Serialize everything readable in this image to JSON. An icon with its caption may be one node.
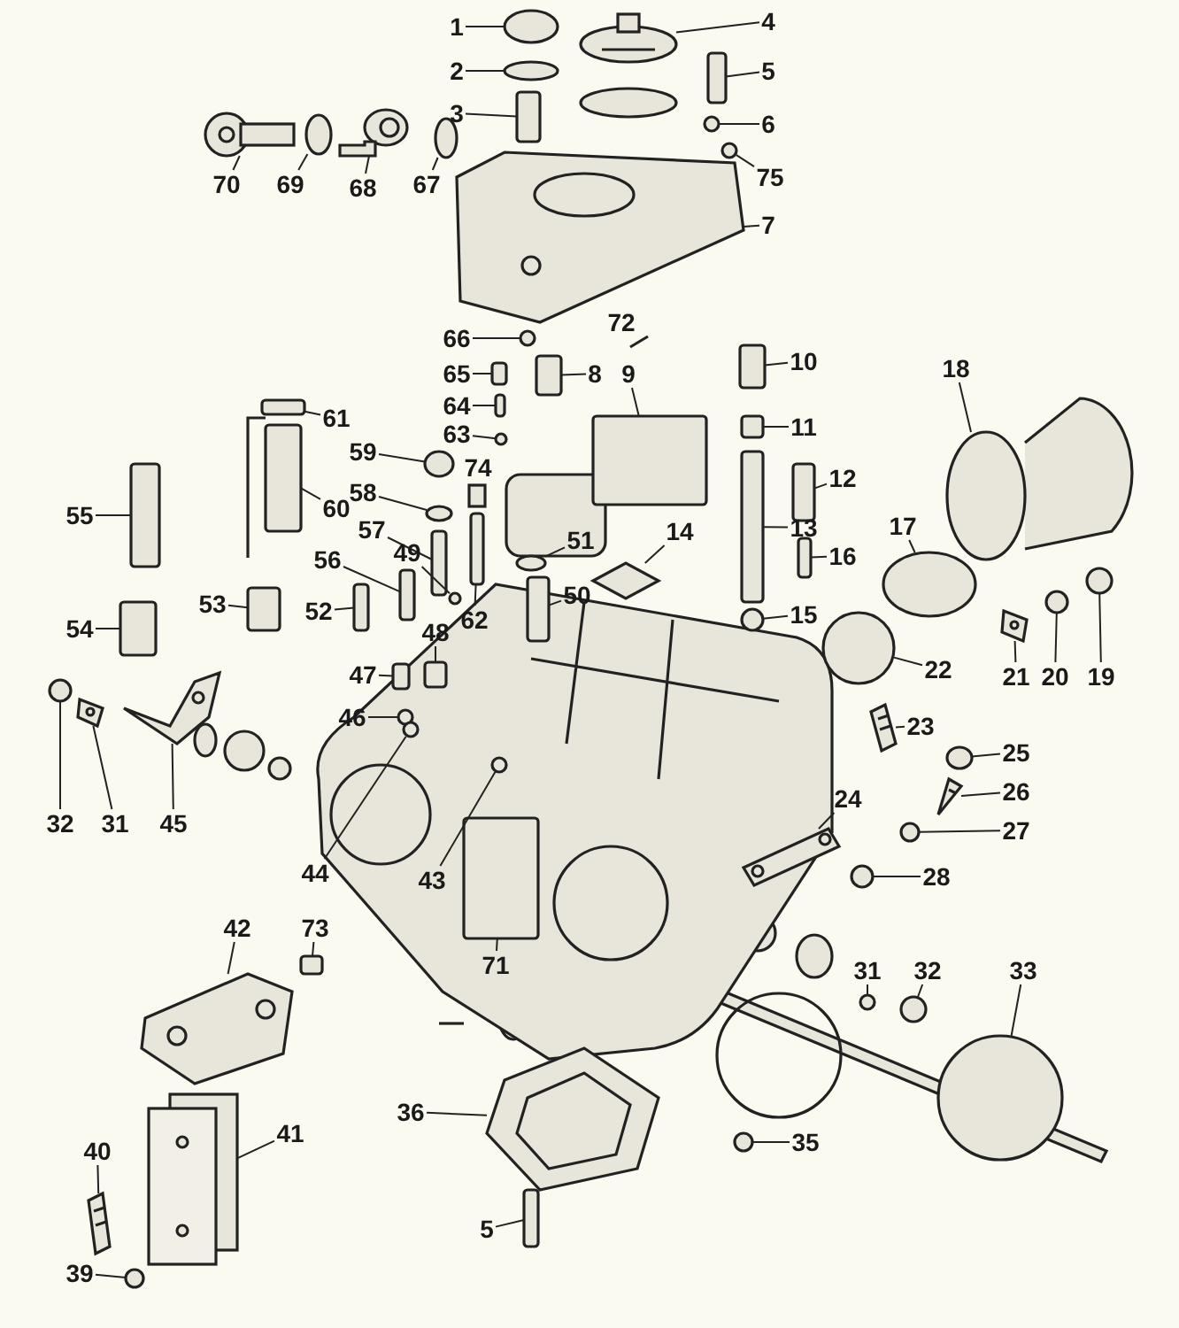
{
  "diagram": {
    "nodes": [
      {
        "text": [
          "4"
        ]
      },
      {
        "text": [
          "1"
        ]
      },
      {
        "text": [
          "2"
        ]
      },
      {
        "text": [
          "5"
        ]
      },
      {
        "text": [
          "3"
        ]
      },
      {
        "text": [
          "6"
        ]
      },
      {
        "text": [
          "70"
        ]
      },
      {
        "text": [
          "69"
        ]
      },
      {
        "text": [
          "68"
        ]
      },
      {
        "text": [
          "67"
        ]
      },
      {
        "text": [
          "75"
        ]
      },
      {
        "text": [
          "7"
        ]
      },
      {
        "text": [
          "66"
        ]
      },
      {
        "text": [
          "65"
        ]
      },
      {
        "text": [
          "8"
        ]
      },
      {
        "text": [
          "9"
        ]
      },
      {
        "text": [
          "10"
        ]
      },
      {
        "text": [
          "64"
        ]
      },
      {
        "text": [
          "11"
        ]
      },
      {
        "text": [
          "63"
        ]
      },
      {
        "text": [
          "59"
        ]
      },
      {
        "text": [
          "61"
        ]
      },
      {
        "text": [
          "18"
        ]
      },
      {
        "text": [
          "12"
        ]
      },
      {
        "text": [
          "55"
        ]
      },
      {
        "text": [
          "60"
        ]
      },
      {
        "text": [
          "58"
        ]
      },
      {
        "text": [
          "17"
        ]
      },
      {
        "text": [
          "13"
        ]
      },
      {
        "text": [
          "57"
        ]
      },
      {
        "text": [
          "49"
        ]
      },
      {
        "text": [
          "51"
        ]
      },
      {
        "text": [
          "14"
        ]
      },
      {
        "text": [
          "16"
        ]
      },
      {
        "text": [
          "56"
        ]
      },
      {
        "text": [
          "53"
        ]
      },
      {
        "text": [
          "52"
        ]
      },
      {
        "text": [
          "62"
        ]
      },
      {
        "text": [
          "50"
        ]
      },
      {
        "text": [
          "15"
        ]
      },
      {
        "text": [
          "54"
        ]
      },
      {
        "text": [
          "48"
        ]
      },
      {
        "text": [
          "22"
        ]
      },
      {
        "text": [
          "21"
        ]
      },
      {
        "text": [
          "20"
        ]
      },
      {
        "text": [
          "19"
        ]
      },
      {
        "text": [
          "47"
        ]
      },
      {
        "text": [
          "46"
        ]
      },
      {
        "text": [
          "23"
        ]
      },
      {
        "text": [
          "25"
        ]
      },
      {
        "text": [
          "26"
        ]
      },
      {
        "text": [
          "32"
        ]
      },
      {
        "text": [
          "31"
        ]
      },
      {
        "text": [
          "45"
        ]
      },
      {
        "text": [
          "27"
        ]
      },
      {
        "text": [
          "24"
        ]
      },
      {
        "text": [
          "44"
        ]
      },
      {
        "text": [
          "43"
        ]
      },
      {
        "text": [
          "28"
        ]
      },
      {
        "text": [
          "42"
        ]
      },
      {
        "text": [
          "73"
        ]
      },
      {
        "text": [
          "71"
        ]
      },
      {
        "text": [
          "31"
        ]
      },
      {
        "text": [
          "32"
        ]
      },
      {
        "text": [
          "33"
        ]
      },
      {
        "text": [
          "41"
        ]
      },
      {
        "text": [
          "36"
        ]
      },
      {
        "text": [
          "35"
        ]
      },
      {
        "text": [
          "40"
        ]
      },
      {
        "text": [
          "5"
        ]
      },
      {
        "text": [
          "39"
        ]
      },
      {
        "text": [],
        "shape": "picture"
      },
      {
        "text": [],
        "shape": "circle"
      },
      {
        "text": [],
        "shape": "circle"
      },
      {
        "text": [],
        "shape": "box"
      },
      {
        "text": [],
        "shape": "box"
      },
      {
        "text": [],
        "shape": "circle"
      },
      {
        "text": [],
        "shape": "picture"
      },
      {
        "text": [],
        "shape": "circle"
      },
      {
        "text": [],
        "shape": "picture"
      },
      {
        "text": [],
        "shape": "circle"
      },
      {
        "text": [],
        "shape": "circle"
      },
      {
        "text": [],
        "shape": "picture"
      },
      {
        "text": [],
        "shape": "circle"
      },
      {
        "text": [],
        "shape": "box"
      },
      {
        "text": [],
        "shape": "box"
      },
      {
        "text": [],
        "shape": "box"
      },
      {
        "text": [],
        "shape": "box"
      },
      {
        "text": [],
        "shape": "box"
      },
      {
        "text": [],
        "shape": "box"
      },
      {
        "text": [],
        "shape": "circle"
      },
      {
        "text": [],
        "shape": "circle"
      },
      {
        "text": [],
        "shape": "box"
      },
      {
        "text": [],
        "shape": "circle"
      },
      {
        "text": [],
        "shape": "box"
      },
      {
        "text": [],
        "shape": "box"
      },
      {
        "text": [],
        "shape": "box"
      },
      {
        "text": [],
        "shape": "circle"
      },
      {
        "text": [],
        "shape": "circle"
      },
      {
        "text": [],
        "shape": "box"
      },
      {
        "text": [],
        "shape": "box"
      },
      {
        "text": [],
        "shape": "circle"
      },
      {
        "text": [],
        "shape": "circle"
      },
      {
        "text": [],
        "shape": "diamond"
      },
      {
        "text": [],
        "shape": "box"
      },
      {
        "text": [],
        "shape": "box"
      },
      {
        "text": [],
        "shape": "box"
      },
      {
        "text": [],
        "shape": "box"
      },
      {
        "text": [],
        "shape": "box"
      },
      {
        "text": [],
        "shape": "box"
      },
      {
        "text": [],
        "shape": "circle"
      },
      {
        "text": [],
        "shape": "box"
      },
      {
        "text": [],
        "shape": "box"
      },
      {
        "text": [],
        "shape": "circle"
      },
      {
        "text": [],
        "shape": "picture"
      },
      {
        "text": [],
        "shape": "circle"
      },
      {
        "text": [],
        "shape": "circle"
      },
      {
        "text": [],
        "shape": "box"
      },
      {
        "text": [],
        "shape": "circle"
      },
      {
        "text": [],
        "shape": "picture"
      },
      {
        "text": [],
        "shape": "circle"
      },
      {
        "text": [],
        "shape": "picture"
      },
      {
        "text": [],
        "shape": "circle"
      },
      {
        "text": [],
        "shape": "picture"
      },
      {
        "text": [],
        "shape": "picture"
      },
      {
        "text": [],
        "shape": "circle"
      },
      {
        "text": [],
        "shape": "picture"
      },
      {
        "text": [],
        "shape": "circle"
      },
      {
        "text": [],
        "shape": "circle"
      },
      {
        "text": [],
        "shape": "circle"
      },
      {
        "text": [],
        "shape": "picture"
      },
      {
        "text": [],
        "shape": "box"
      },
      {
        "text": [],
        "shape": "box"
      },
      {
        "text": [],
        "shape": "circle"
      },
      {
        "text": [],
        "shape": "circle"
      },
      {
        "text": [],
        "shape": "circle"
      },
      {
        "text": [],
        "shape": "picture"
      },
      {
        "text": [],
        "shape": "picture"
      },
      {
        "text": [],
        "shape": "circle"
      },
      {
        "text": [],
        "shape": "picture"
      },
      {
        "text": [],
        "shape": "box"
      },
      {
        "text": [],
        "shape": "circle"
      }
    ],
    "edges": [
      {
        "from": 0,
        "to": 71,
        "arrow": "none"
      },
      {
        "from": 1,
        "to": 72,
        "arrow": "none"
      },
      {
        "from": 2,
        "to": 73,
        "arrow": "none"
      },
      {
        "from": 3,
        "to": 74,
        "arrow": "none"
      },
      {
        "from": 4,
        "to": 75,
        "arrow": "none"
      },
      {
        "from": 5,
        "to": 76,
        "arrow": "none"
      },
      {
        "from": 6,
        "to": 77,
        "arrow": "none"
      },
      {
        "from": 7,
        "to": 78,
        "arrow": "none"
      },
      {
        "from": 8,
        "to": 79,
        "arrow": "none"
      },
      {
        "from": 9,
        "to": 80,
        "arrow": "none"
      },
      {
        "from": 10,
        "to": 81,
        "arrow": "none"
      },
      {
        "from": 11,
        "to": 82,
        "arrow": "none"
      },
      {
        "from": 12,
        "to": 83,
        "arrow": "none"
      },
      {
        "from": 13,
        "to": 84,
        "arrow": "none"
      },
      {
        "from": 14,
        "to": 85,
        "arrow": "none"
      },
      {
        "from": 15,
        "to": 86,
        "arrow": "none"
      },
      {
        "from": 16,
        "to": 87,
        "arrow": "none"
      },
      {
        "from": 17,
        "to": 88,
        "arrow": "none"
      },
      {
        "from": 18,
        "to": 89,
        "arrow": "none"
      },
      {
        "from": 19,
        "to": 90,
        "arrow": "none"
      },
      {
        "from": 20,
        "to": 91,
        "arrow": "none"
      },
      {
        "from": 21,
        "to": 92,
        "arrow": "none"
      },
      {
        "from": 22,
        "to": 93,
        "arrow": "none"
      },
      {
        "from": 23,
        "to": 94,
        "arrow": "none"
      },
      {
        "from": 24,
        "to": 95,
        "arrow": "none"
      },
      {
        "from": 25,
        "to": 96,
        "arrow": "none"
      },
      {
        "from": 26,
        "to": 97,
        "arrow": "none"
      },
      {
        "from": 27,
        "to": 98,
        "arrow": "none"
      },
      {
        "from": 28,
        "to": 99,
        "arrow": "none"
      },
      {
        "from": 29,
        "to": 100,
        "arrow": "none"
      },
      {
        "from": 30,
        "to": 101,
        "arrow": "none"
      },
      {
        "from": 31,
        "to": 102,
        "arrow": "none"
      },
      {
        "from": 32,
        "to": 103,
        "arrow": "none"
      },
      {
        "from": 33,
        "to": 104,
        "arrow": "none"
      },
      {
        "from": 34,
        "to": 105,
        "arrow": "none"
      },
      {
        "from": 35,
        "to": 106,
        "arrow": "none"
      },
      {
        "from": 36,
        "to": 107,
        "arrow": "none"
      },
      {
        "from": 37,
        "to": 108,
        "arrow": "none"
      },
      {
        "from": 38,
        "to": 109,
        "arrow": "none"
      },
      {
        "from": 39,
        "to": 110,
        "arrow": "none"
      },
      {
        "from": 40,
        "to": 111,
        "arrow": "none"
      },
      {
        "from": 41,
        "to": 112,
        "arrow": "none"
      },
      {
        "from": 42,
        "to": 113,
        "arrow": "none"
      },
      {
        "from": 43,
        "to": 114,
        "arrow": "none"
      },
      {
        "from": 44,
        "to": 115,
        "arrow": "none"
      },
      {
        "from": 45,
        "to": 116,
        "arrow": "none"
      },
      {
        "from": 46,
        "to": 117,
        "arrow": "none"
      },
      {
        "from": 47,
        "to": 118,
        "arrow": "none"
      },
      {
        "from": 48,
        "to": 119,
        "arrow": "none"
      },
      {
        "from": 49,
        "to": 120,
        "arrow": "none"
      },
      {
        "from": 50,
        "to": 121,
        "arrow": "none"
      },
      {
        "from": 51,
        "to": 122,
        "arrow": "none"
      },
      {
        "from": 52,
        "to": 123,
        "arrow": "none"
      },
      {
        "from": 53,
        "to": 124,
        "arrow": "none"
      },
      {
        "from": 54,
        "to": 125,
        "arrow": "none"
      },
      {
        "from": 55,
        "to": 126,
        "arrow": "none"
      },
      {
        "from": 56,
        "to": 127,
        "arrow": "none"
      },
      {
        "from": 57,
        "to": 128,
        "arrow": "none"
      },
      {
        "from": 58,
        "to": 129,
        "arrow": "none"
      },
      {
        "from": 59,
        "to": 130,
        "arrow": "none"
      },
      {
        "from": 60,
        "to": 131,
        "arrow": "none"
      },
      {
        "from": 61,
        "to": 132,
        "arrow": "none"
      },
      {
        "from": 62,
        "to": 133,
        "arrow": "none"
      },
      {
        "from": 63,
        "to": 134,
        "arrow": "none"
      },
      {
        "from": 64,
        "to": 135,
        "arrow": "none"
      },
      {
        "from": 65,
        "to": 136,
        "arrow": "none"
      },
      {
        "from": 66,
        "to": 137,
        "arrow": "none"
      },
      {
        "from": 67,
        "to": 138,
        "arrow": "none"
      },
      {
        "from": 68,
        "to": 139,
        "arrow": "none"
      },
      {
        "from": 69,
        "to": 140,
        "arrow": "none"
      },
      {
        "from": 70,
        "to": 141,
        "arrow": "none"
      }
    ],
    "labels": [
      "72",
      "74"
    ]
  }
}
